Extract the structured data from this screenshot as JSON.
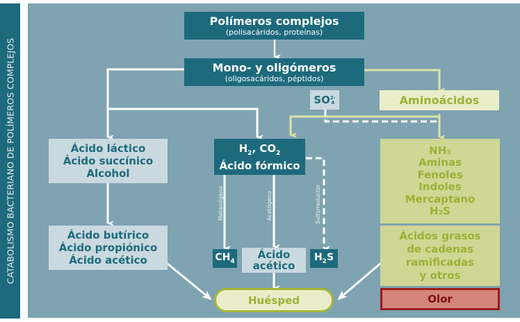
{
  "sidebar": {
    "title": "CATABOLISMO BACTERIANO DE POLÍMEROS COMPLEJOS"
  },
  "colors": {
    "dark_teal": "#1d6a7c",
    "panel": "#7fa3b1",
    "pale": "#c9d9df",
    "cream": "#eaedc9",
    "olive": "#cfd795",
    "olive_text": "#9cb134",
    "olor_fill": "#d4847a",
    "olor_border": "#9b1c1c"
  },
  "nodes": {
    "polimeros": {
      "title": "Polímeros complejos",
      "sub": "(polisacáridos, proteínas)"
    },
    "mono": {
      "title": "Mono- y oligómeros",
      "sub": "(oligosacáridos, péptidos)"
    },
    "so4": {
      "base": "SO",
      "sub": "4",
      "sup": "2-"
    },
    "aminoacidos": {
      "title": "Aminoácidos"
    },
    "lactico": {
      "lines": [
        "Ácido láctico",
        "Ácido succínico",
        "Alcohol"
      ]
    },
    "h2co2": {
      "line1_a": "H",
      "line1_sub": "2",
      "line1_b": ", CO",
      "line1_sub2": "2",
      "line2": "Ácido fórmico"
    },
    "nh3": {
      "lines": [
        "NH₃",
        "Aminas",
        "Fenoles",
        "Indoles",
        "Mercaptano",
        "H₂S"
      ]
    },
    "butirico": {
      "lines": [
        "Ácido butírico",
        "Ácido propiónico",
        "Ácido acético"
      ]
    },
    "ch4": {
      "base": "CH",
      "sub": "4"
    },
    "acetico": {
      "lines": [
        "Ácido",
        "acético"
      ]
    },
    "h2s": {
      "a": "H",
      "sub": "2",
      "b": "S"
    },
    "grasos": {
      "lines": [
        "Ácidos grasos",
        "de cadenas",
        "ramificadas",
        "y otros"
      ]
    },
    "olor": {
      "title": "Olor"
    },
    "huesped": {
      "title": "Huésped"
    }
  },
  "edge_labels": {
    "metanogeno": "Metanógeno",
    "acetogeno": "Acetógeno",
    "sulforreductor": "Sulforreductor"
  }
}
